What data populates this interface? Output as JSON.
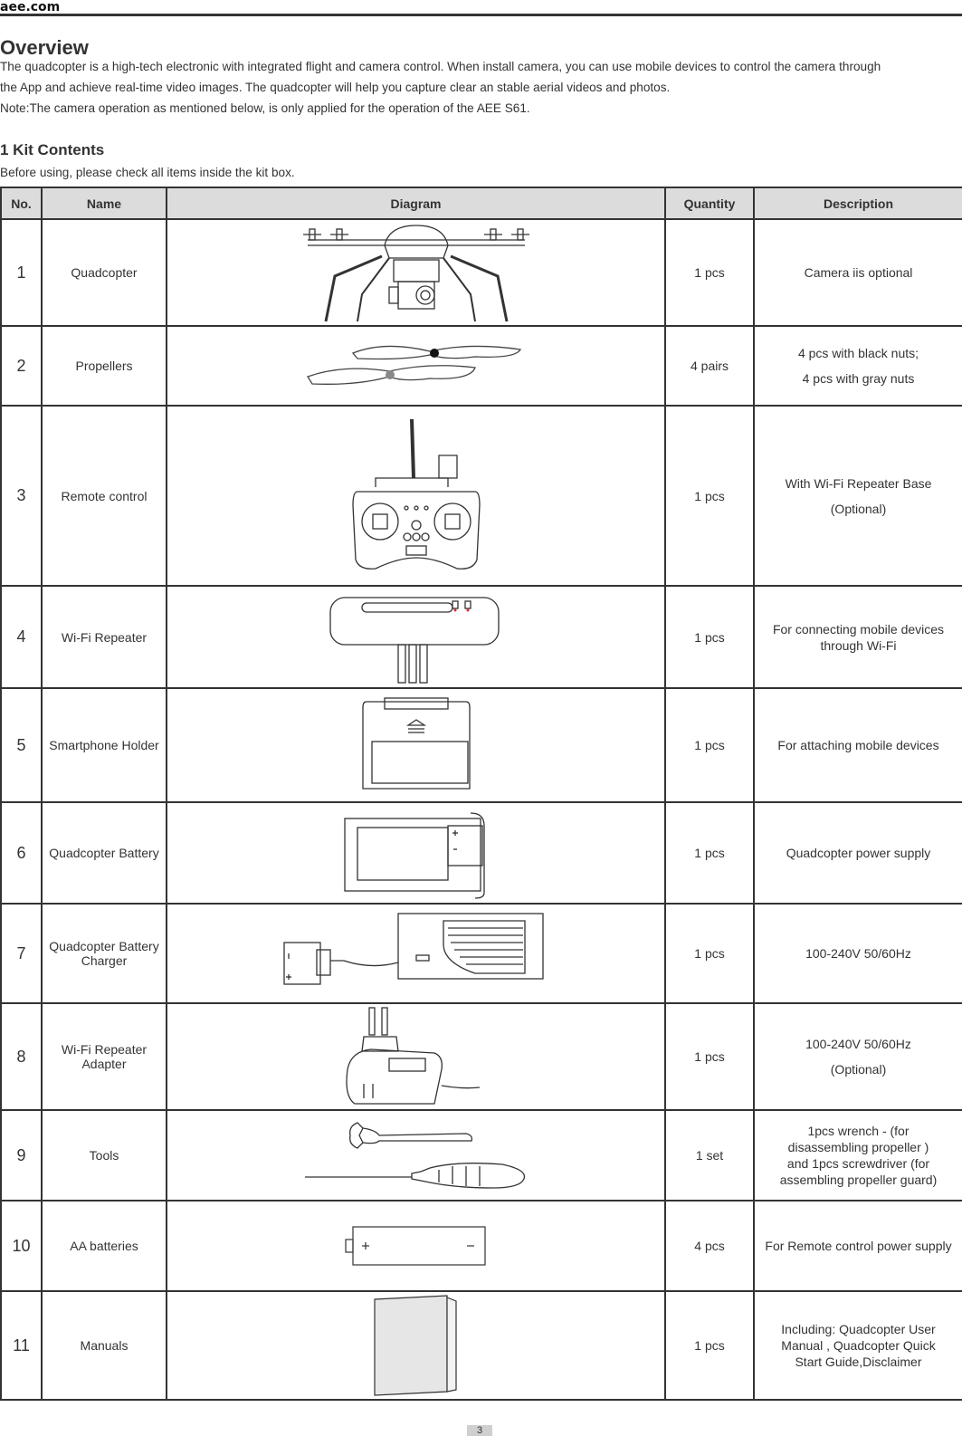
{
  "header": {
    "brand": "aee.com"
  },
  "overview": {
    "title": "Overview",
    "line1": "The quadcopter is a high-tech electronic  with integrated flight and camera control. When install camera, you can use mobile devices to control the camera through",
    "line2": "the App and achieve real-time video images. The quadcopter will help you capture clear an stable aerial videos and photos.",
    "note": "Note:The camera operation as mentioned below, is only applied for the operation of the AEE S61."
  },
  "kit": {
    "title": "1  Kit Contents",
    "intro": "Before using, please check all items inside the kit box.",
    "headers": {
      "no": "No.",
      "name": "Name",
      "diagram": "Diagram",
      "quantity": "Quantity",
      "description": "Description"
    },
    "rows": [
      {
        "no": "1",
        "name": "Quadcopter",
        "icon": "quadcopter-icon",
        "quantity": "1 pcs",
        "desc": [
          "Camera iis optional"
        ]
      },
      {
        "no": "2",
        "name": "Propellers",
        "icon": "propellers-icon",
        "quantity": "4 pairs",
        "desc": [
          "4 pcs with black nuts;",
          "4 pcs with gray nuts"
        ]
      },
      {
        "no": "3",
        "name": "Remote control",
        "icon": "remote-control-icon",
        "quantity": "1 pcs",
        "desc": [
          "With Wi-Fi Repeater Base",
          "(Optional)"
        ]
      },
      {
        "no": "4",
        "name": "Wi-Fi Repeater",
        "icon": "wifi-repeater-icon",
        "quantity": "1 pcs",
        "desc": [
          "For connecting mobile devices",
          "through Wi-Fi"
        ]
      },
      {
        "no": "5",
        "name": "Smartphone Holder",
        "icon": "smartphone-holder-icon",
        "quantity": "1 pcs",
        "desc": [
          "For attaching mobile devices"
        ]
      },
      {
        "no": "6",
        "name": "Quadcopter Battery",
        "icon": "battery-icon",
        "quantity": "1 pcs",
        "desc": [
          "Quadcopter power supply"
        ]
      },
      {
        "no": "7",
        "name": [
          "Quadcopter Battery",
          "Charger"
        ],
        "icon": "battery-charger-icon",
        "quantity": "1 pcs",
        "desc": [
          "100-240V  50/60Hz"
        ]
      },
      {
        "no": "8",
        "name": [
          "Wi-Fi Repeater",
          "Adapter"
        ],
        "icon": "power-adapter-icon",
        "quantity": "1 pcs",
        "desc": [
          "100-240V   50/60Hz",
          "(Optional)"
        ]
      },
      {
        "no": "9",
        "name": "Tools",
        "icon": "tools-icon",
        "quantity": "1 set",
        "desc": [
          "1pcs wrench - (for",
          "disassembling propeller )",
          "and 1pcs screwdriver (for",
          "assembling propeller guard)"
        ]
      },
      {
        "no": "10",
        "name": "AA batteries",
        "icon": "aa-battery-icon",
        "quantity": "4 pcs",
        "desc": [
          "For Remote control power supply"
        ]
      },
      {
        "no": "11",
        "name": "Manuals",
        "icon": "manuals-icon",
        "quantity": "1 pcs",
        "desc": [
          "Including: Quadcopter User",
          "Manual , Quadcopter Quick",
          "Start Guide,Disclaimer"
        ]
      }
    ]
  },
  "footer": {
    "page_number": "3"
  }
}
